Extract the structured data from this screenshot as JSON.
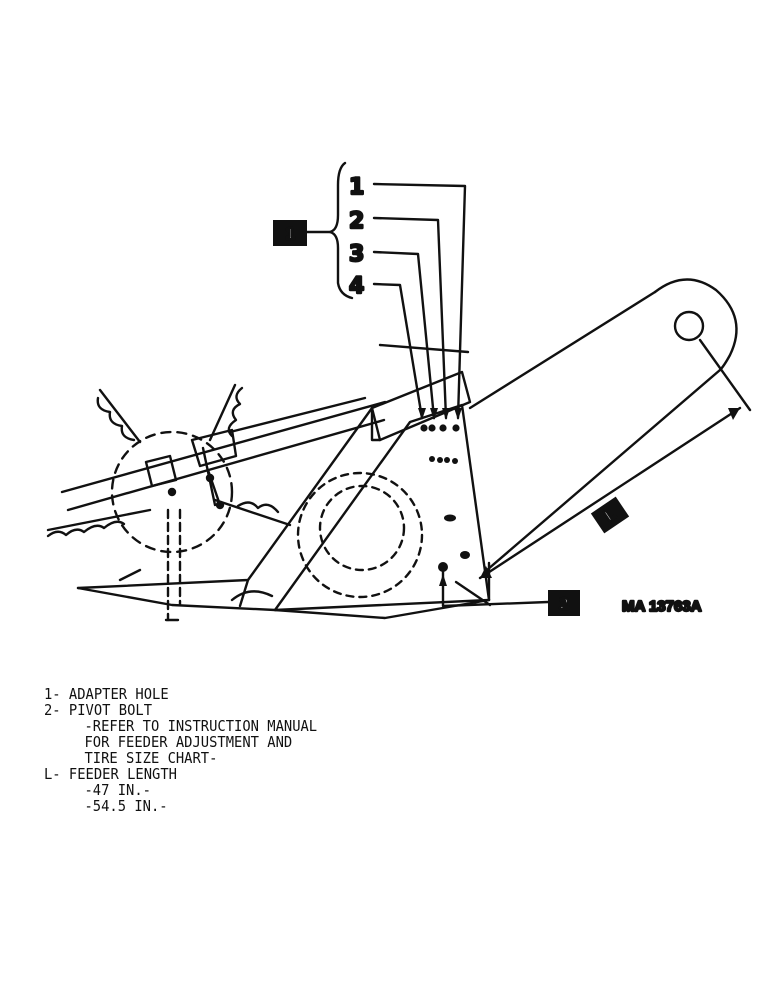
{
  "callouts": {
    "box1": "1",
    "box2": "2",
    "boxL": "L",
    "hole_numbers": [
      "1",
      "2",
      "3",
      "4"
    ]
  },
  "reference": "MA 13763A",
  "legend": {
    "item1": "1- ADAPTER HOLE",
    "item2": "2- PIVOT BOLT",
    "item2_notes": [
      "-REFER TO INSTRUCTION MANUAL",
      "FOR FEEDER ADJUSTMENT AND",
      "TIRE SIZE CHART-"
    ],
    "itemL": "L- FEEDER LENGTH",
    "itemL_values": [
      "-47 IN.-",
      "-54.5 IN.-"
    ]
  },
  "colors": {
    "ink": "#111111",
    "paper": "#ffffff"
  }
}
